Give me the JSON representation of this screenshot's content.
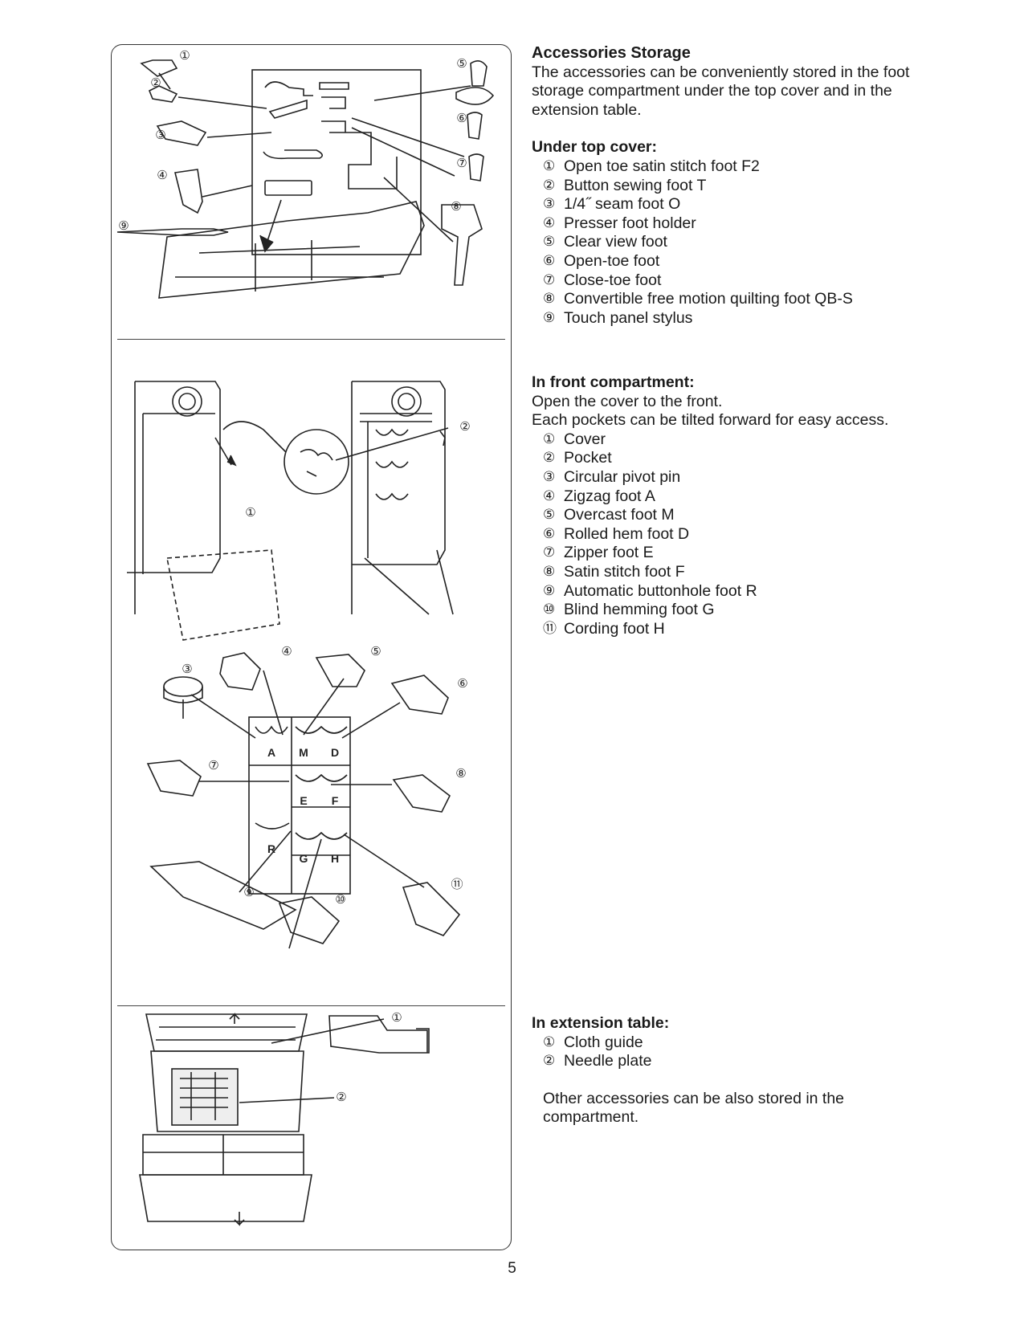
{
  "section_title": "Accessories Storage",
  "intro": "The accessories can be conveniently stored in the foot storage compartment under the top cover and in the extension table.",
  "top_cover": {
    "heading": "Under top cover:",
    "items": [
      {
        "num": "①",
        "text": "Open toe satin stitch foot F2"
      },
      {
        "num": "②",
        "text": "Button sewing foot T"
      },
      {
        "num": "③",
        "text": "1/4˝ seam foot O"
      },
      {
        "num": "④",
        "text": "Presser foot holder"
      },
      {
        "num": "⑤",
        "text": "Clear view foot"
      },
      {
        "num": "⑥",
        "text": "Open-toe foot"
      },
      {
        "num": "⑦",
        "text": "Close-toe foot"
      },
      {
        "num": "⑧",
        "text": "Convertible free motion quilting foot QB-S"
      },
      {
        "num": "⑨",
        "text": "Touch panel stylus"
      }
    ]
  },
  "front": {
    "heading": "In front compartment:",
    "line1": "Open the cover to the front.",
    "line2": "Each pockets can be tilted forward for easy access.",
    "items": [
      {
        "num": "①",
        "text": "Cover"
      },
      {
        "num": "②",
        "text": "Pocket"
      },
      {
        "num": "③",
        "text": "Circular pivot pin"
      },
      {
        "num": "④",
        "text": "Zigzag foot A"
      },
      {
        "num": "⑤",
        "text": "Overcast foot M"
      },
      {
        "num": "⑥",
        "text": "Rolled hem foot D"
      },
      {
        "num": "⑦",
        "text": "Zipper foot E"
      },
      {
        "num": "⑧",
        "text": "Satin stitch foot F"
      },
      {
        "num": "⑨",
        "text": "Automatic buttonhole foot R"
      },
      {
        "num": "⑩",
        "text": "Blind hemming foot G"
      },
      {
        "num": "⑪",
        "text": "Cording foot H"
      }
    ]
  },
  "extension": {
    "heading": "In extension table:",
    "items": [
      {
        "num": "①",
        "text": "Cloth guide"
      },
      {
        "num": "②",
        "text": "Needle plate"
      }
    ],
    "note": "Other accessories can be also stored in the compartment."
  },
  "figures": {
    "callouts": [
      "①",
      "②",
      "③",
      "④",
      "⑤",
      "⑥",
      "⑦",
      "⑧",
      "⑨",
      "⑩",
      "⑪"
    ],
    "pocket_letters": [
      "A",
      "M",
      "D",
      "E",
      "F",
      "R",
      "G",
      "H"
    ]
  },
  "page_number": "5"
}
